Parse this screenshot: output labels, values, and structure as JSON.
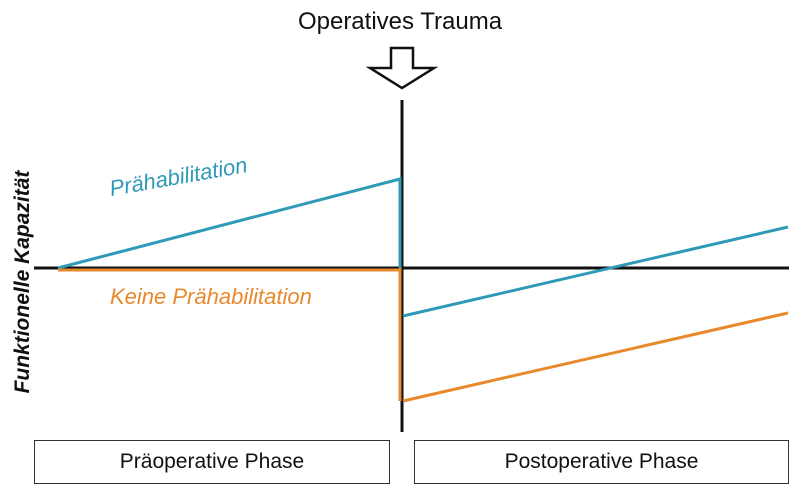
{
  "title": "Operatives Trauma",
  "y_axis_label": "Funktionelle Kapazität",
  "series": [
    {
      "name": "Prähabilitation",
      "color": "#2f9ab8"
    },
    {
      "name": "Keine Prähabilitation",
      "color": "#e8892c"
    }
  ],
  "phases": [
    {
      "label": "Präoperative Phase"
    },
    {
      "label": "Postoperative Phase"
    }
  ],
  "icons": {
    "trauma_marker": "down-arrow-outline"
  },
  "colors": {
    "axis": "#111111",
    "prehab": "#2f9ab8",
    "no_prehab": "#e8892c"
  }
}
